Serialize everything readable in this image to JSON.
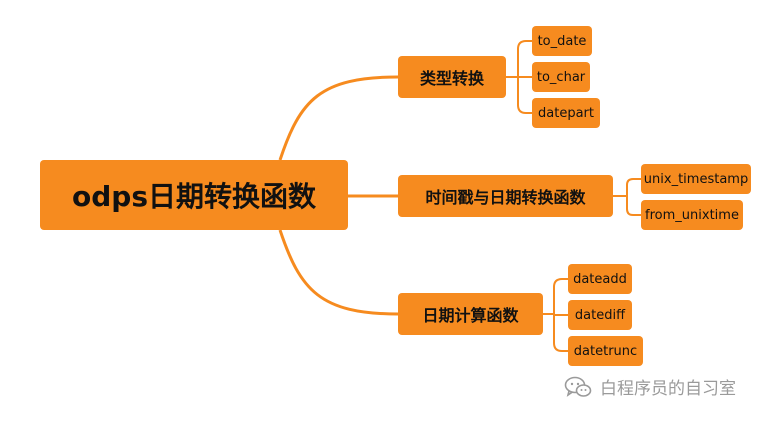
{
  "diagram": {
    "root": "odps日期转换函数",
    "branches": [
      {
        "label": "类型转换",
        "children": [
          "to_date",
          "to_char",
          "datepart"
        ]
      },
      {
        "label": "时间戳与日期转换函数",
        "children": [
          "unix_timestamp",
          "from_unixtime"
        ]
      },
      {
        "label": "日期计算函数",
        "children": [
          "dateadd",
          "datediff",
          "datetrunc"
        ]
      }
    ]
  },
  "watermark": {
    "text": "白程序员的自习室",
    "icon": "wechat-icon"
  },
  "colors": {
    "node_fill": "#f68b1f",
    "link": "#f68b1f",
    "text": "#111111",
    "watermark": "#9a9a9a"
  }
}
